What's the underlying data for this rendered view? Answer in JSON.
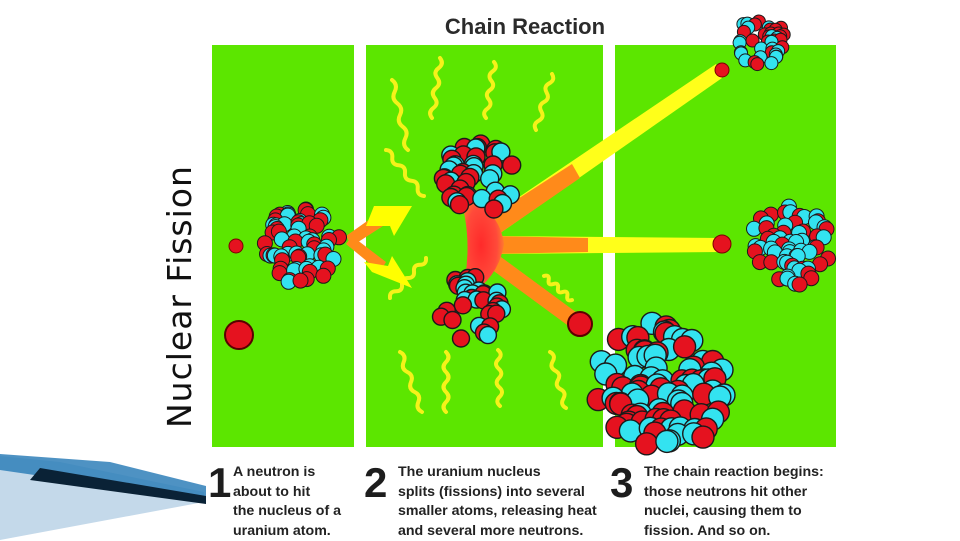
{
  "slide": {
    "title": "Nuclear Fission"
  },
  "diagram": {
    "title": "Chain Reaction",
    "steps": [
      {
        "number": "1",
        "text": "A neutron is\nabout to hit\nthe nucleus of a\nuranium atom."
      },
      {
        "number": "2",
        "text": "The uranium nucleus\nsplits (fissions) into several\nsmaller atoms, releasing heat\nand several more neutrons."
      },
      {
        "number": "3",
        "text": "The chain reaction begins:\nthose neutrons hit other\nnuclei, causing them to\nfission. And so on."
      }
    ],
    "colors": {
      "panel": "#5ce600",
      "proton": "#e5121f",
      "neutron_particle": "#33e3f0",
      "heat_wave": "#f5f21a",
      "arrow": "#ffff00",
      "arrow_hot": "#ff8a1a",
      "flash": "#ff3a3a"
    }
  }
}
